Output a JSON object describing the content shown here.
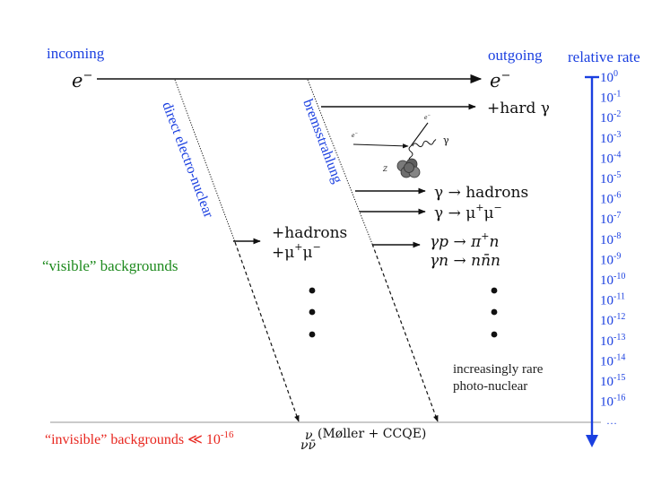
{
  "colors": {
    "blue": "#1a3fe0",
    "green": "#1e8a1e",
    "red": "#e8261e",
    "black": "#111111",
    "grey": "#aaaaaa"
  },
  "labels": {
    "incoming": "incoming",
    "outgoing": "outgoing",
    "relative_rate": "relative rate",
    "electron_in": "e",
    "electron_out": "e",
    "minus": "−",
    "direct": "direct electro-nuclear",
    "brems": "bremsstrahlung",
    "visible": "“visible” backgrounds",
    "invisible_prefix": "“invisible” backgrounds ≪ 10",
    "invisible_exp": "-16",
    "increasingly_rare": "increasingly rare",
    "photo_nuclear": "photo-nuclear"
  },
  "processes": {
    "hard_gamma": "+hard γ",
    "gamma_hadrons": "γ → hadrons",
    "gamma_mumu_base": "γ → μ",
    "plus": "+",
    "mu": "μ",
    "minus": "−",
    "hadrons": "+hadrons",
    "plus_mu": "+μ",
    "gp_pi": "γp → π",
    "gp_n": "n",
    "gn_nnn": "γn → nn̄n",
    "nu_top": "ν",
    "nu_bottom": "νν̄",
    "moller": "(Møller + CCQE)"
  },
  "inset": {
    "e_in": "e",
    "e_out": "e",
    "gamma": "γ",
    "z": "Z"
  },
  "scale": {
    "base": "10",
    "exponents": [
      "0",
      "-1",
      "-2",
      "-3",
      "-4",
      "-5",
      "-6",
      "-7",
      "-8",
      "-9",
      "-10",
      "-11",
      "-12",
      "-13",
      "-14",
      "-15",
      "-16"
    ],
    "ellipsis": "…"
  }
}
